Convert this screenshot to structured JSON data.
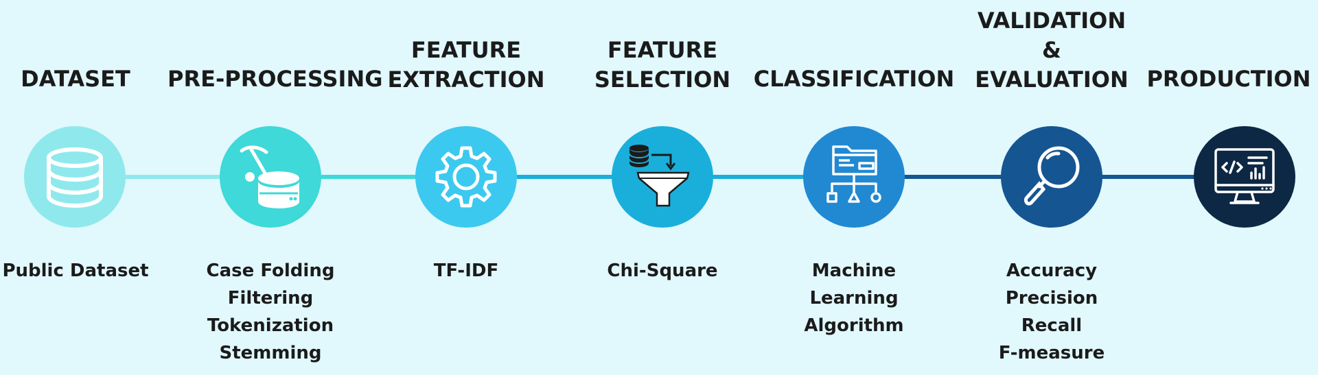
{
  "steps": [
    {
      "title_lines": [
        "DATASET"
      ],
      "detail_lines": [
        "Public Dataset"
      ],
      "icon": "database-icon",
      "color": "#8fe9ec"
    },
    {
      "title_lines": [
        "PRE-PROCESSING"
      ],
      "detail_lines": [
        "Case Folding",
        "Filtering",
        "Tokenization",
        "Stemming"
      ],
      "icon": "pickaxe-storage-icon",
      "color": "#3ed9d8"
    },
    {
      "title_lines": [
        "FEATURE",
        "EXTRACTION"
      ],
      "detail_lines": [
        "TF-IDF"
      ],
      "icon": "gear-icon",
      "color": "#3cc9ef"
    },
    {
      "title_lines": [
        "FEATURE",
        "SELECTION"
      ],
      "detail_lines": [
        "Chi-Square"
      ],
      "icon": "database-funnel-icon",
      "color": "#1aafdb"
    },
    {
      "title_lines": [
        "CLASSIFICATION"
      ],
      "detail_lines": [
        "Machine",
        "Learning",
        "Algorithm"
      ],
      "icon": "folder-hierarchy-icon",
      "color": "#2189d2"
    },
    {
      "title_lines": [
        "VALIDATION",
        "&",
        "EVALUATION"
      ],
      "detail_lines": [
        "Accuracy",
        "Precision",
        "Recall",
        "F-measure"
      ],
      "icon": "magnifier-icon",
      "color": "#155592"
    },
    {
      "title_lines": [
        "PRODUCTION"
      ],
      "detail_lines": [],
      "icon": "monitor-code-icon",
      "color": "#0c2844"
    }
  ],
  "connectors": [
    {
      "color": "#8fe9ec"
    },
    {
      "color": "#3ed9d8"
    },
    {
      "color": "#1aafdb"
    },
    {
      "color": "#1aafdb"
    },
    {
      "color": "#155592"
    },
    {
      "color": "#155592"
    }
  ],
  "colors": {
    "background": "#e1f8fd",
    "text": "#1b1b1b",
    "icon_stroke": "#ffffff",
    "icon_dark": "#1b1b1b"
  }
}
